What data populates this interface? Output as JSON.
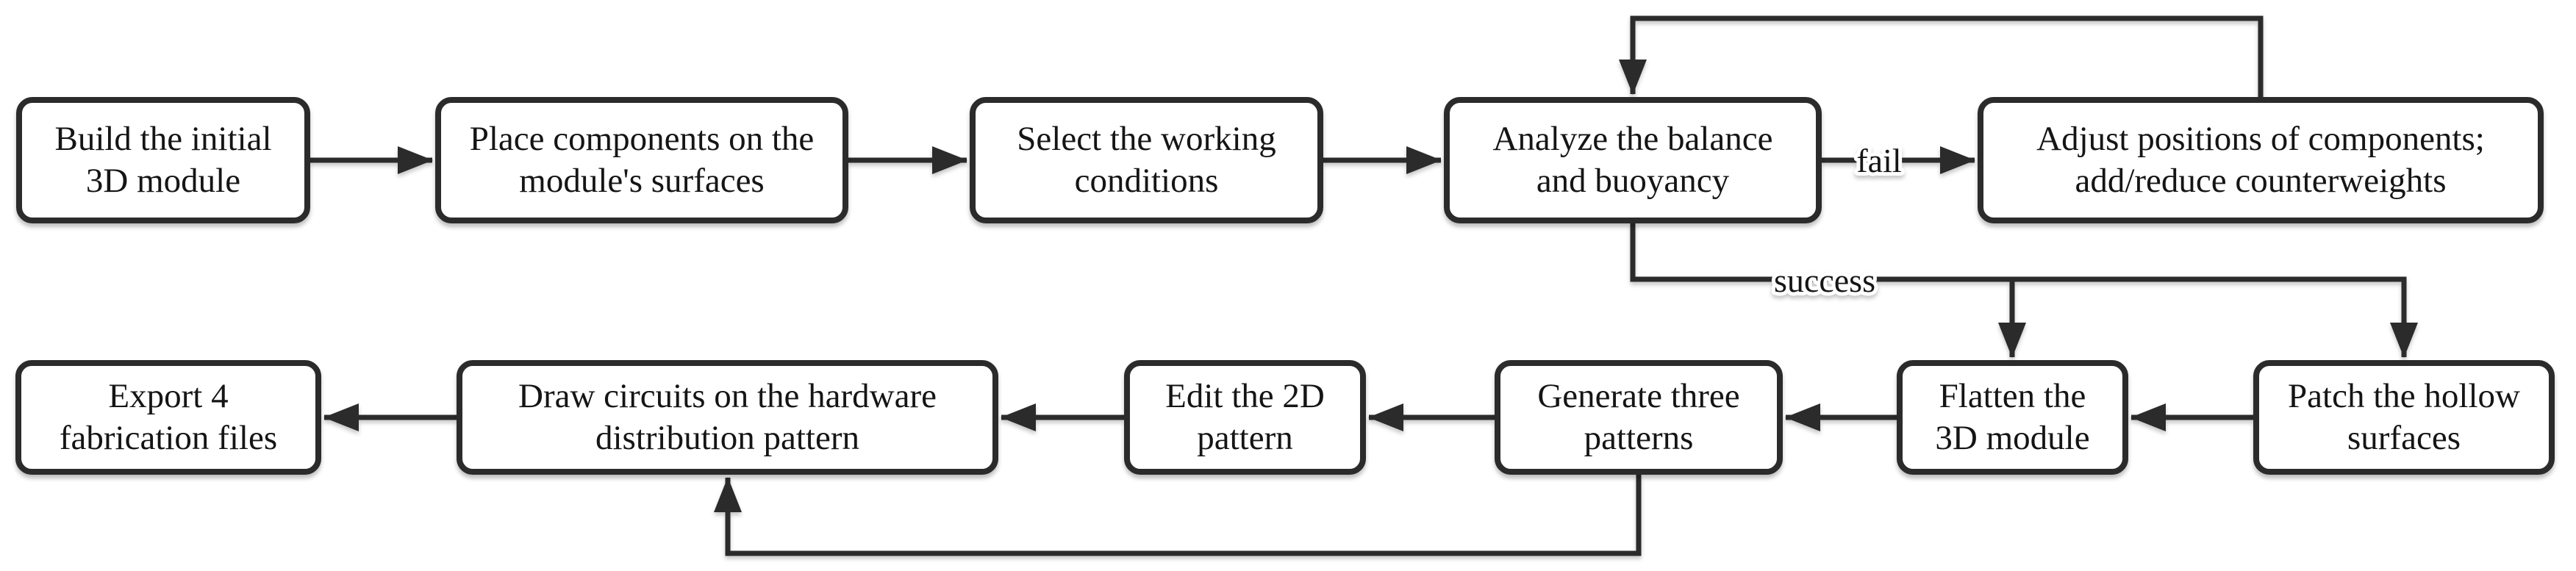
{
  "diagram": {
    "colors": {
      "background": "#ffffff",
      "line": "#2b2b2b",
      "text": "#151515",
      "node_fill": "#ffffff"
    },
    "nodes": [
      {
        "id": "build-initial-3d-module",
        "label": "Build the initial\n3D module"
      },
      {
        "id": "place-components",
        "label": "Place components on the\nmodule's surfaces"
      },
      {
        "id": "select-working-conditions",
        "label": "Select the working\nconditions"
      },
      {
        "id": "analyze-balance-buoyancy",
        "label": "Analyze the balance\nand buoyancy"
      },
      {
        "id": "adjust-positions",
        "label": "Adjust positions of components;\nadd/reduce counterweights"
      },
      {
        "id": "patch-hollow-surfaces",
        "label": "Patch the hollow\nsurfaces"
      },
      {
        "id": "flatten-3d-module",
        "label": "Flatten the\n3D module"
      },
      {
        "id": "generate-three-patterns",
        "label": "Generate three\npatterns"
      },
      {
        "id": "edit-2d-pattern",
        "label": "Edit the 2D\npattern"
      },
      {
        "id": "draw-circuits",
        "label": "Draw circuits on the hardware\ndistribution pattern"
      },
      {
        "id": "export-fabrication-files",
        "label": "Export 4\nfabrication files"
      }
    ],
    "edge_labels": {
      "fail": "fail",
      "success": "success"
    },
    "edges": [
      {
        "from": "build-initial-3d-module",
        "to": "place-components",
        "label": ""
      },
      {
        "from": "place-components",
        "to": "select-working-conditions",
        "label": ""
      },
      {
        "from": "select-working-conditions",
        "to": "analyze-balance-buoyancy",
        "label": ""
      },
      {
        "from": "analyze-balance-buoyancy",
        "to": "adjust-positions",
        "label": "fail"
      },
      {
        "from": "adjust-positions",
        "to": "analyze-balance-buoyancy",
        "label": ""
      },
      {
        "from": "analyze-balance-buoyancy",
        "to": "flatten-3d-module",
        "label": "success"
      },
      {
        "from": "analyze-balance-buoyancy",
        "to": "patch-hollow-surfaces",
        "label": "success"
      },
      {
        "from": "patch-hollow-surfaces",
        "to": "flatten-3d-module",
        "label": ""
      },
      {
        "from": "flatten-3d-module",
        "to": "generate-three-patterns",
        "label": ""
      },
      {
        "from": "generate-three-patterns",
        "to": "edit-2d-pattern",
        "label": ""
      },
      {
        "from": "edit-2d-pattern",
        "to": "draw-circuits",
        "label": ""
      },
      {
        "from": "generate-three-patterns",
        "to": "draw-circuits",
        "label": ""
      },
      {
        "from": "draw-circuits",
        "to": "export-fabrication-files",
        "label": ""
      }
    ]
  }
}
